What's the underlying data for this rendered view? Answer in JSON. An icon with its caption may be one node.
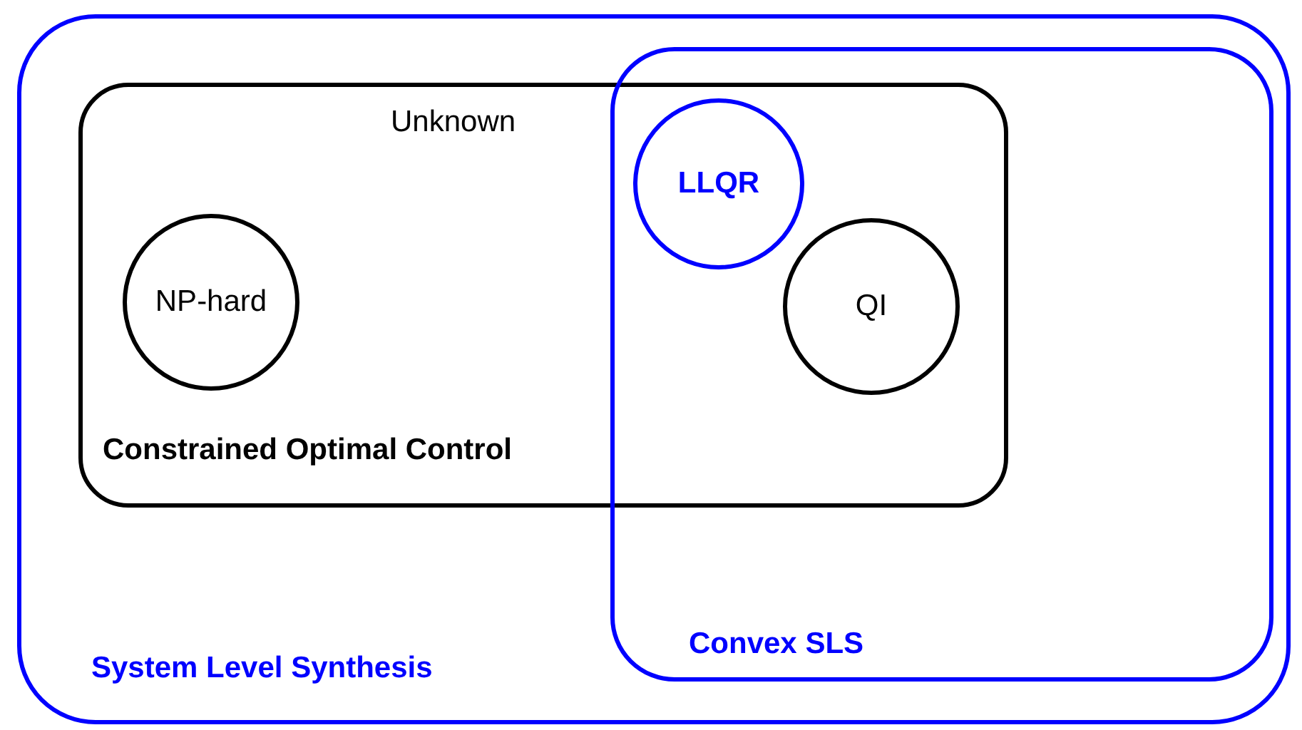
{
  "diagram": {
    "nodes": [
      {
        "text": [
          "System Level Synthesis"
        ]
      },
      {
        "text": [
          "Unknown",
          "Constrained Optimal Control"
        ],
        "in": 0
      },
      {
        "text": [
          "Convex SLS"
        ],
        "in": 0
      },
      {
        "text": [
          "NP-hard"
        ],
        "in": 1
      },
      {
        "text": [
          "LLQR"
        ]
      },
      {
        "text": [
          "QI"
        ]
      }
    ],
    "edges": []
  }
}
